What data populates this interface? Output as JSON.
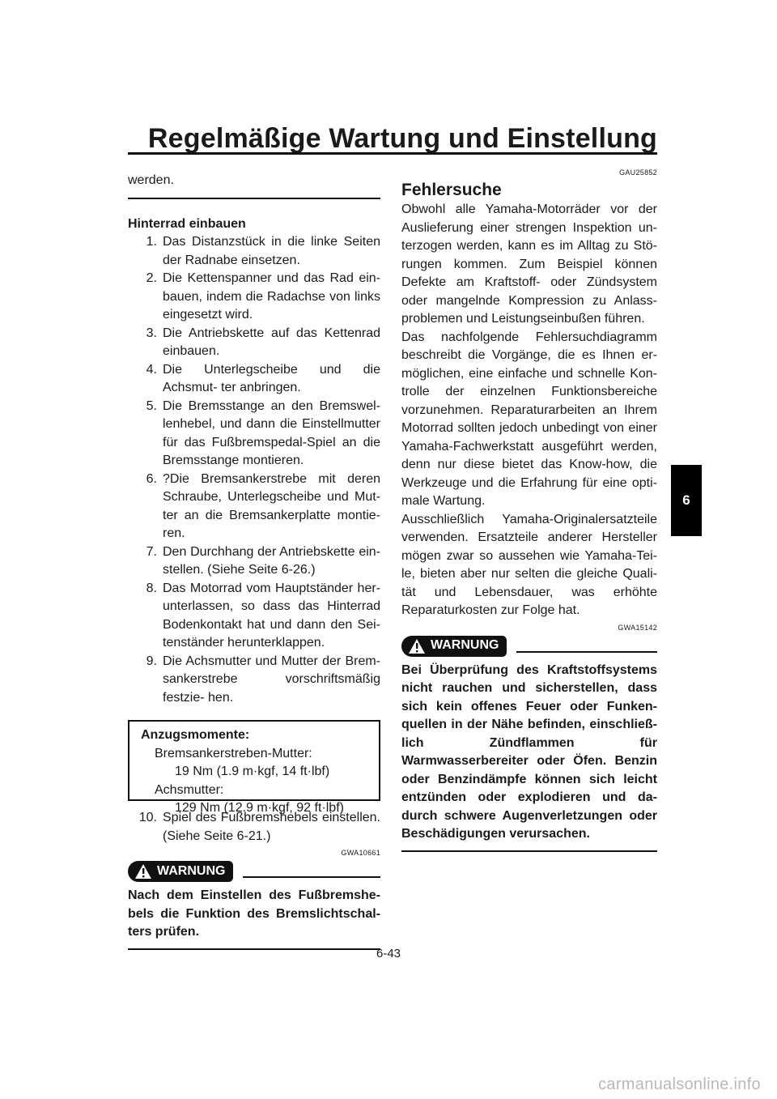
{
  "header": {
    "title": "Regelmäßige Wartung und Einstellung"
  },
  "chapter_tab": "6",
  "left": {
    "intro": "werden.",
    "subheading": "Hinterrad einbauen",
    "steps": [
      {
        "num": "1.",
        "text": "Das Distanzstück in die linke Seiten der Radnabe einsetzen."
      },
      {
        "num": "2.",
        "text": "Die Kettenspanner und das Rad ein- bauen, indem die Radachse von links eingesetzt wird."
      },
      {
        "num": "3.",
        "text": "Die Antriebskette auf das Kettenrad einbauen."
      },
      {
        "num": "4.",
        "text": "Die Unterlegscheibe und die Achsmut- ter anbringen."
      },
      {
        "num": "5.",
        "text": "Die Bremsstange an den Bremswel- lenhebel, und dann die Einstellmutter für das Fußbremspedal-Spiel an die Bremsstange montieren."
      },
      {
        "num": "6.",
        "text": "?Die Bremsankerstrebe mit deren Schraube, Unterlegscheibe und Mut- ter an die Bremsankerplatte montie- ren."
      },
      {
        "num": "7.",
        "text": "Den Durchhang der Antriebskette ein- stellen. (Siehe Seite 6-26.)"
      },
      {
        "num": "8.",
        "text": "Das Motorrad vom Hauptständer her- unterlassen, so dass das Hinterrad Bodenkontakt hat und dann den Sei- tenständer herunterklappen."
      },
      {
        "num": "9.",
        "text": "Die Achsmutter und Mutter der Brem- sankerstrebe vorschriftsmäßig festzie- hen."
      }
    ],
    "torque": {
      "title": "Anzugsmomente:",
      "item1_label": "Bremsankerstreben-Mutter:",
      "item1_value": "19 Nm (1.9 m·kgf, 14 ft·lbf)",
      "item2_label": "Achsmutter:",
      "item2_value": "129 Nm (12.9 m·kgf, 92 ft·lbf)"
    },
    "step10": {
      "num": "10.",
      "text": "Spiel des Fußbremshebels einstellen. (Siehe Seite 6-21.)"
    },
    "warning_code": "GWA10661",
    "warning_label": "WARNUNG",
    "warning_text": "Nach dem Einstellen des Fußbremshe- bels die Funktion des Bremslichtschal- ters prüfen."
  },
  "right": {
    "section_code": "GAU25852",
    "section_title": "Fehlersuche",
    "para1": "Obwohl alle Yamaha-Motorräder vor der Auslieferung einer strengen Inspektion un- terzogen werden, kann es im Alltag zu Stö- rungen kommen. Zum Beispiel können Defekte am Kraftstoff- oder Zündsystem oder mangelnde Kompression zu Anlass- problemen und Leistungseinbußen führen.",
    "para2": "Das nachfolgende Fehlersuchdiagramm beschreibt die Vorgänge, die es Ihnen er- möglichen, eine einfache und schnelle Kon- trolle der einzelnen Funktionsbereiche vorzunehmen. Reparaturarbeiten an Ihrem Motorrad sollten jedoch unbedingt von einer Yamaha-Fachwerkstatt ausgeführt werden, denn nur diese bietet das Know-how, die Werkzeuge und die Erfahrung für eine opti- male Wartung.",
    "para3": "Ausschließlich Yamaha-Originalersatzteile verwenden. Ersatzteile anderer Hersteller mögen zwar so aussehen wie Yamaha-Tei- le, bieten aber nur selten die gleiche Quali- tät und Lebensdauer, was erhöhte Reparaturkosten zur Folge hat.",
    "warning_code": "GWA15142",
    "warning_label": "WARNUNG",
    "warning_text": "Bei Überprüfung des Kraftstoffsystems nicht rauchen und sicherstellen, dass sich kein offenes Feuer oder Funken- quellen in der Nähe befinden, einschließ- lich Zündflammen für Warmwasserbereiter oder Öfen. Benzin oder Benzindämpfe können sich leicht entzünden oder explodieren und da- durch schwere Augenverletzungen oder Beschädigungen verursachen."
  },
  "page_number": "6-43",
  "footer_url": "carmanualsonline.info"
}
